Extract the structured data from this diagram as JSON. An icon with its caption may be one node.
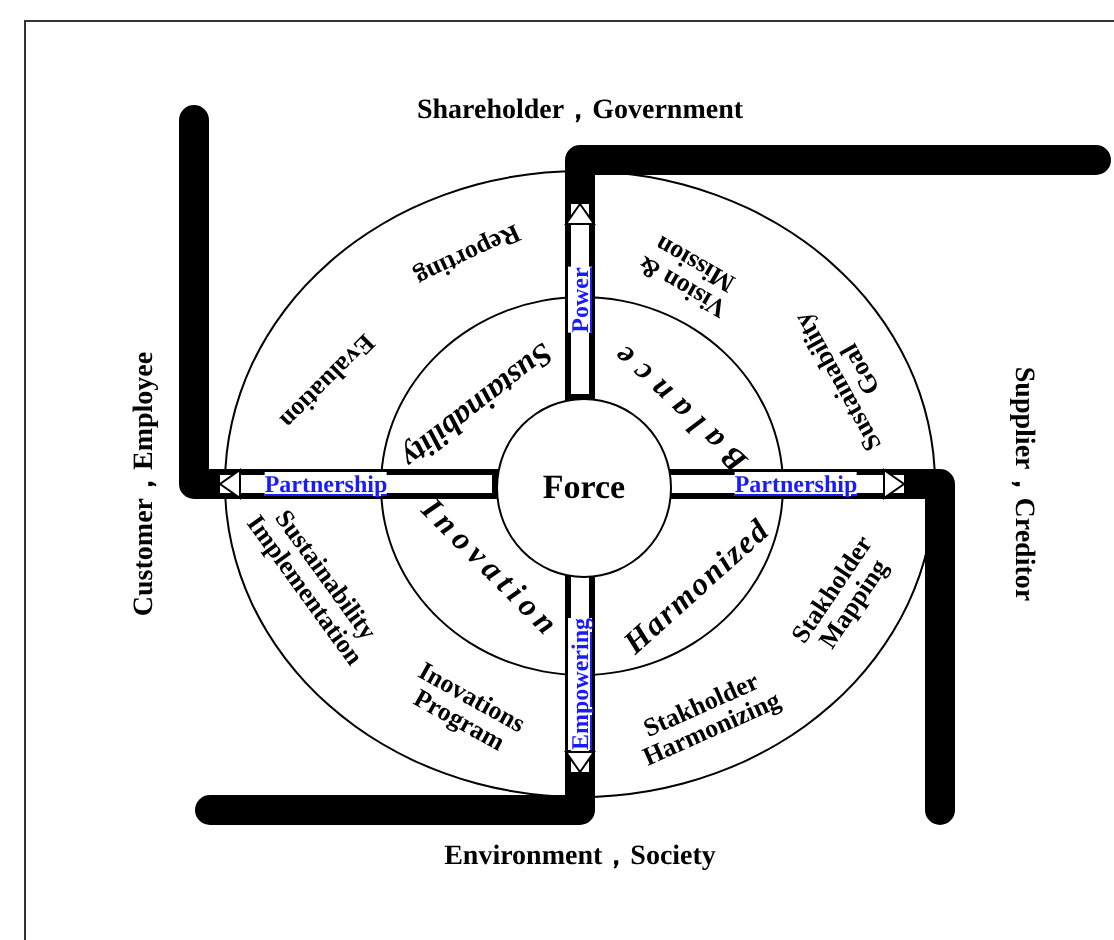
{
  "diagram": {
    "nodes": [
      {
        "text": [
          "Reporting",
          "Vision & Mission",
          "Evaluation",
          "Sustainability Goal",
          "Sustainability Implementation",
          "Stakholder Mapping",
          "Inovations Program",
          "Stakholder Harmonizing"
        ]
      },
      {
        "text": [
          "Sustainability",
          "Balance",
          "Inovation",
          "Harmonized"
        ],
        "in": 0
      },
      {
        "text": [
          "Force"
        ],
        "in": 1
      },
      {
        "text": [
          "Shareholder，Government"
        ]
      },
      {
        "text": [
          "Customer，Employee"
        ]
      },
      {
        "text": [
          "Supplier，Creditor"
        ]
      },
      {
        "text": [
          "Environment，Society"
        ]
      }
    ],
    "edges": [
      {
        "from": 2,
        "to": 3,
        "arrow": "to",
        "label": "Power"
      },
      {
        "from": 2,
        "to": 4,
        "arrow": "to",
        "label": "Partnership"
      },
      {
        "from": 2,
        "to": 5,
        "arrow": "to",
        "label": "Partnership"
      },
      {
        "from": 2,
        "to": 6,
        "arrow": "to",
        "label": "Empowering"
      }
    ]
  }
}
